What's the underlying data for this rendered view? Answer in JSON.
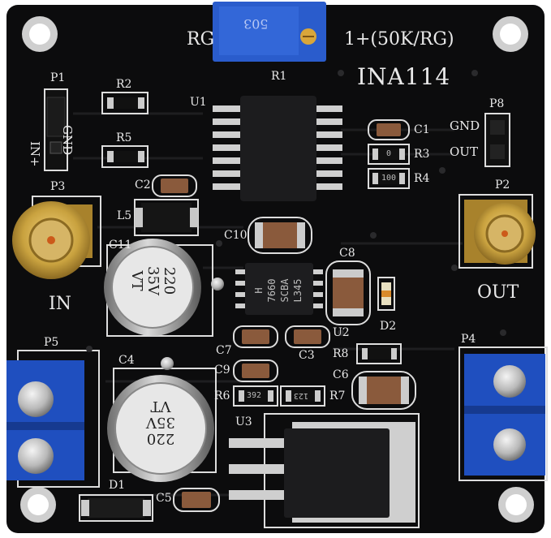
{
  "labels": {
    "rg": "RG",
    "gain": "1+(50K/RG)",
    "chip": "INA114",
    "r1": "R1",
    "u1": "U1",
    "p1": "P1",
    "r2": "R2",
    "r5": "R5",
    "gnd_left": "GND",
    "in_plus": "IN+",
    "p8": "P8",
    "gnd_right": "GND",
    "out_right": "OUT",
    "c1": "C1",
    "r3": "R3",
    "r4": "R4",
    "c2": "C2",
    "p3": "P3",
    "p2": "P2",
    "l5": "L5",
    "c11": "C11",
    "c10": "C10",
    "c8": "C8",
    "d2": "D2",
    "in_label": "IN",
    "out_label": "OUT",
    "c7": "C7",
    "c3": "C3",
    "u2": "U2",
    "r8": "R8",
    "p5": "P5",
    "c4": "C4",
    "c9": "C9",
    "c6": "C6",
    "p4": "P4",
    "r6": "R6",
    "r7": "R7",
    "u3": "U3",
    "d1": "D1",
    "c5": "C5"
  },
  "component_text": {
    "cap1_line1": "220",
    "cap1_line2": "35V",
    "cap1_line3": "VT",
    "cap2_line1": "220",
    "cap2_line2": "35V",
    "cap2_line3": "VT",
    "ic2_line1": "7660",
    "ic2_line2": "SCBA",
    "ic2_line3": "L345",
    "ic2_mark": "H",
    "r6_code": "392",
    "r7_code": "123",
    "r3_code": "0",
    "r4_code": "100",
    "pot_code": "503"
  },
  "colors": {
    "pcb": "#0c0c0d",
    "silkscreen": "#e9e9e9",
    "terminal_blue": "#1f4fbf",
    "sma_gold": "#c9a23f",
    "capacitor_brown": "#8a5a3c"
  }
}
